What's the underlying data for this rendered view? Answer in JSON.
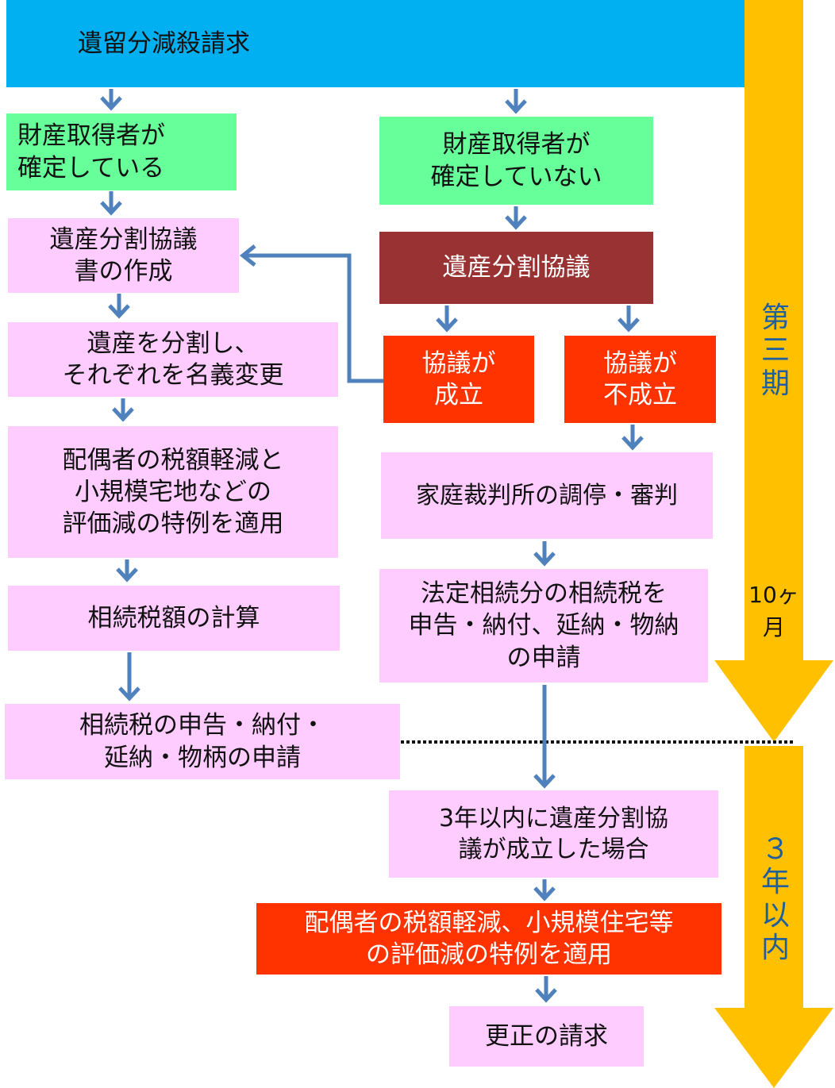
{
  "header": {
    "title": "遺留分減殺請求"
  },
  "left": {
    "decided": "財産取得者が\n確定している",
    "agreement_doc": "遺産分割協議\n書の作成",
    "divide": "遺産を分割し、\nそれぞれを名義変更",
    "apply_special": "配偶者の税額軽減と\n小規模宅地などの\n評価減の特例を適用",
    "calc": "相続税額の計算",
    "file": "相続税の申告・納付・\n延納・物柄の申請"
  },
  "right": {
    "undecided": "財産取得者が\n確定していない",
    "division_talk": "遺産分割協議",
    "agreed": "協議が\n成立",
    "not_agreed": "協議が\n不成立",
    "court": "家庭裁判所の調停・審判",
    "statutory": "法定相続分の相続税を\n申告・納付、延納・物納\nの申請",
    "within3": "3年以内に遺産分割協\n議が成立した場合",
    "apply_special2": "配偶者の税額軽減、小規模住宅等\nの評価減の特例を適用",
    "correction": "更正の請求"
  },
  "timeline": {
    "phase": "第\n三\n期",
    "ten_months": "10ヶ\n月",
    "within_3_years": "３\n年\n以\n内"
  },
  "colors": {
    "header": "#00b0f0",
    "green": "#66ff99",
    "pink": "#ffccff",
    "red": "#ff3300",
    "maroon": "#993333",
    "arrow": "#4f81bd",
    "timeline": "#ffc000"
  }
}
